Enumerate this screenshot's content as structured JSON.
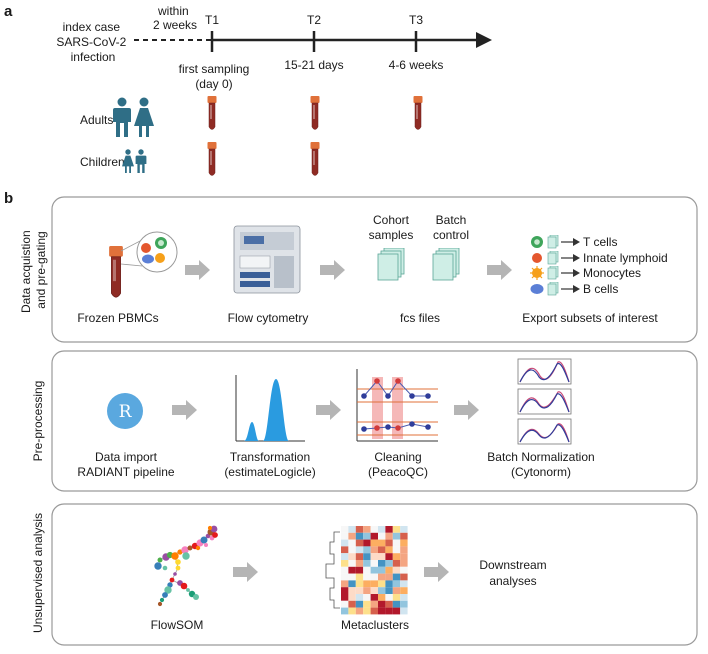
{
  "panel_a": {
    "letter": "a",
    "index_case": [
      "index case",
      "SARS-CoV-2",
      "infection"
    ],
    "within": [
      "within",
      "2 weeks"
    ],
    "timepoints": [
      {
        "id": "T1",
        "desc": [
          "first sampling",
          "(day 0)"
        ]
      },
      {
        "id": "T2",
        "desc": [
          "15-21 days"
        ]
      },
      {
        "id": "T3",
        "desc": [
          "4-6 weeks"
        ]
      }
    ],
    "groups": [
      "Adults",
      "Children"
    ]
  },
  "panel_b": {
    "letter": "b",
    "rows": [
      {
        "side": [
          "Data acquistion",
          "and pre-gating"
        ],
        "steps": [
          "Frozen PBMCs",
          "Flow cytometry",
          "fcs files",
          "Export subsets of interest"
        ],
        "file_headers": [
          [
            "Cohort",
            "samples"
          ],
          [
            "Batch",
            "control"
          ]
        ],
        "subsets": [
          "T cells",
          "Innate lymphoid",
          "Monocytes",
          "B cells"
        ]
      },
      {
        "side": [
          "Pre-processing"
        ],
        "r_letter": "R",
        "steps": [
          [
            "Data import",
            "RADIANT pipeline"
          ],
          [
            "Transformation",
            "(estimateLogicle)"
          ],
          [
            "Cleaning",
            "(PeacoQC)"
          ],
          [
            "Batch Normalization",
            "(Cytonorm)"
          ]
        ]
      },
      {
        "side": [
          "Unsupervised analysis"
        ],
        "steps": [
          [
            "FlowSOM"
          ],
          [
            "Metaclusters"
          ],
          [
            "Downstream",
            "analyses"
          ]
        ]
      }
    ]
  },
  "colors": {
    "person": "#2f6e86",
    "tube_blood": "#8f2b24",
    "tube_cap": "#e0713a",
    "arrow": "#b5b5b5",
    "file": "#cfeee6",
    "r_circle": "#5aa8df",
    "histogram": "#2a9be0",
    "qc_band": "#f3a6a6",
    "norm_blue": "#2f3d9a",
    "norm_pink": "#c84a78"
  }
}
